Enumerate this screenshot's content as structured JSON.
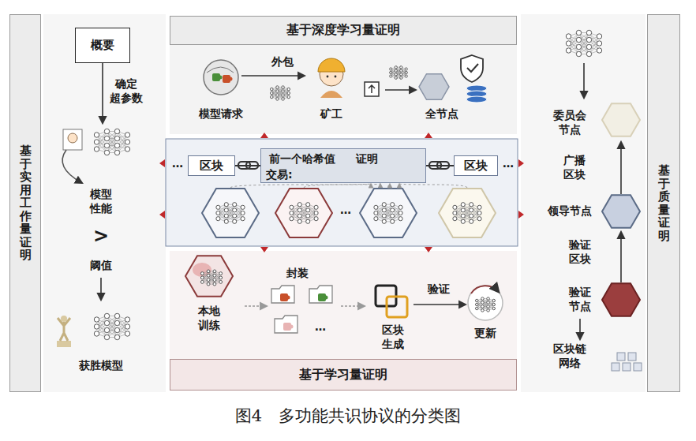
{
  "diagram": {
    "caption": "图4　多功能共识协议的分类图",
    "nodes": [
      {
        "text": [
          "基于实用工作量证明"
        ]
      },
      {
        "text": [
          "概要"
        ]
      },
      {
        "text": [
          "基于深度学习量证明"
        ]
      },
      {
        "text": [
          "区块"
        ]
      },
      {
        "text": [
          "前一个哈希值",
          "证明",
          "交易:"
        ]
      },
      {
        "text": [
          "区块"
        ]
      },
      {
        "text": [
          "基于学习量证明"
        ]
      },
      {
        "text": [
          "基于质量证明"
        ]
      }
    ],
    "edges": [
      {
        "from": 3,
        "to": 4,
        "arrow": "none"
      },
      {
        "from": 4,
        "to": 5,
        "arrow": "none"
      }
    ],
    "labels": [
      "确定 超参数",
      "模型 性能",
      ">",
      "阈值",
      "获胜模型",
      "外包",
      "模型请求",
      "矿工",
      "全节点",
      "…",
      "…",
      "…",
      "本地 训练",
      "封装",
      "…",
      "区块 生成",
      "验证",
      "更新",
      "委员会 节点",
      "广播 区块",
      "领导节点",
      "验证 区块",
      "验证 节点",
      "区块链 网络"
    ]
  }
}
